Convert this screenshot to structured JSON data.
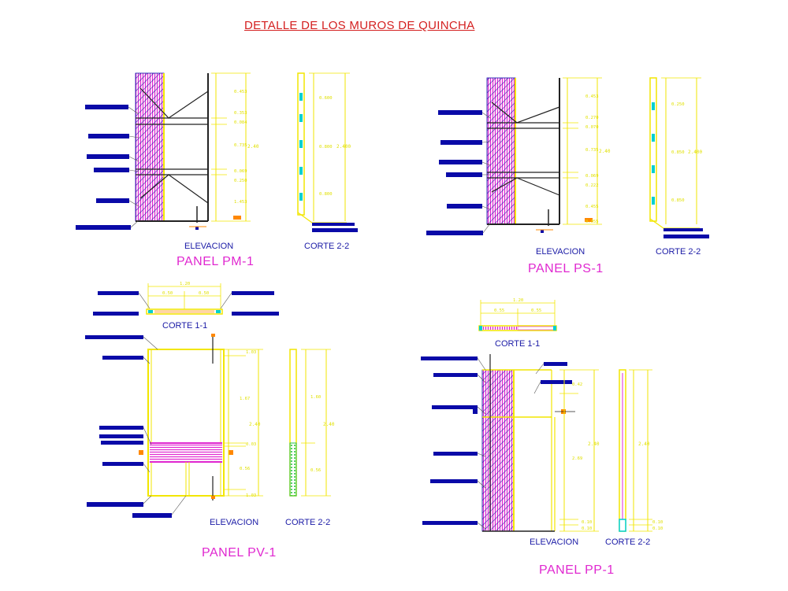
{
  "title": "DETALLE DE LOS MUROS DE QUINCHA",
  "colors": {
    "frame": "#f2e600",
    "hatch": "#e028d0",
    "callout": "#0a0aa8",
    "title": "#d42020",
    "panel_label": "#e028d0",
    "view_label": "#1a1aa6",
    "cyan": "#00d0d0"
  },
  "panels": {
    "pm1": {
      "name": "PANEL PM-1",
      "elevacion": "ELEVACION",
      "corte22": "CORTE 2-2",
      "dims_elev": [
        "0.453",
        "0.353",
        "0.084",
        "0.735",
        "0.069",
        "0.250",
        "1.453"
      ],
      "dim_elev_total": "2.40",
      "dims_corte": [
        "0.600",
        "0.800",
        "0.800"
      ],
      "dim_corte_total": "2.400"
    },
    "ps1": {
      "name": "PANEL PS-1",
      "elevacion": "ELEVACION",
      "corte22": "CORTE 2-2",
      "dims_elev": [
        "0.453",
        "0.270",
        "0.070",
        "0.735",
        "0.069",
        "0.222",
        "0.455",
        "0.055"
      ],
      "dim_elev_total": "2.40",
      "dims_corte": [
        "0.250",
        "0.850",
        "0.850"
      ],
      "dim_corte_total": "2.400"
    },
    "pv1": {
      "name": "PANEL PV-1",
      "elevacion": "ELEVACION",
      "corte11": "CORTE 1-1",
      "corte22": "CORTE 2-2",
      "dims_top": [
        "1.20",
        "0.50",
        "0.50"
      ],
      "dims_elev": [
        "1.03",
        "1.67",
        "0.03",
        "0.56",
        "1.03"
      ],
      "dim_elev_total": "2.40",
      "dims_corte": [
        "1.60",
        "0.56"
      ],
      "dim_corte_total": "2.40"
    },
    "pp1": {
      "name": "PANEL PP-1",
      "elevacion": "ELEVACION",
      "corte11": "CORTE 1-1",
      "corte22": "CORTE 2-2",
      "dims_top": [
        "1.20",
        "0.55",
        "0.55"
      ],
      "dims_elev": [
        "0.42",
        "2.69",
        "0.10",
        "0.10"
      ],
      "dim_elev_total": "2.40",
      "dims_corte": [
        "0.10",
        "0.10"
      ],
      "dim_corte_total": "2.40"
    }
  }
}
